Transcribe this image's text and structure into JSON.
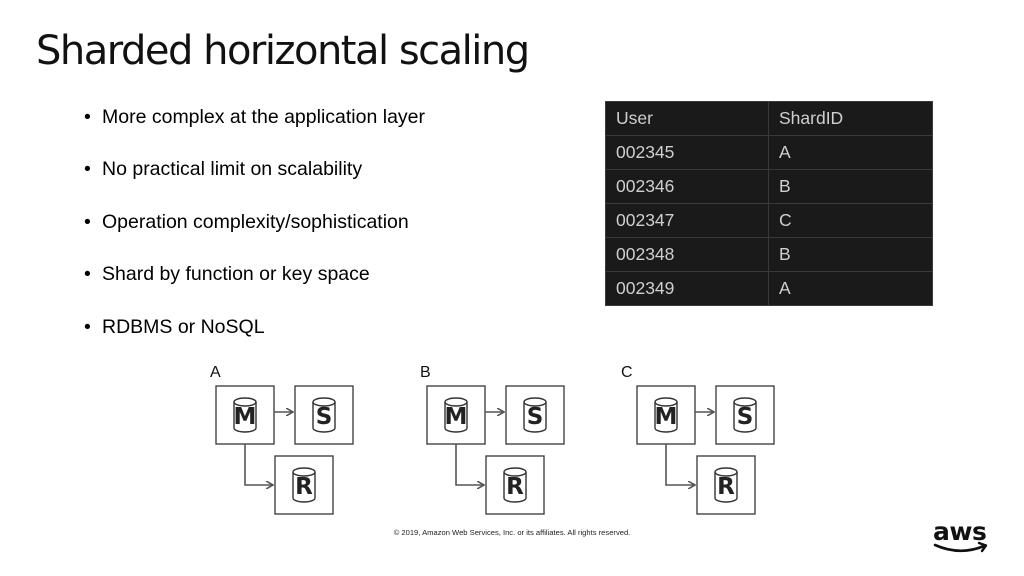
{
  "slide": {
    "title": "Sharded horizontal scaling",
    "bullets": [
      "More complex at the application layer",
      "No practical limit on scalability",
      "Operation complexity/sophistication",
      "Shard by function or key space",
      "RDBMS or NoSQL"
    ],
    "table": {
      "headers": [
        "User",
        "ShardID"
      ],
      "rows": [
        [
          "002345",
          "A"
        ],
        [
          "002346",
          "B"
        ],
        [
          "002347",
          "C"
        ],
        [
          "002348",
          "B"
        ],
        [
          "002349",
          "A"
        ]
      ]
    },
    "shards": [
      {
        "label": "A",
        "master": "M",
        "standby": "S",
        "replica": "R"
      },
      {
        "label": "B",
        "master": "M",
        "standby": "S",
        "replica": "R"
      },
      {
        "label": "C",
        "master": "M",
        "standby": "S",
        "replica": "R"
      }
    ],
    "copyright": "© 2019, Amazon Web Services, Inc. or its affiliates. All rights reserved.",
    "logo": {
      "text": "aws",
      "icon": "aws-smile-icon"
    }
  },
  "colors": {
    "table_bg": "#1a1a1a",
    "table_text": "#cfcfcf",
    "diagram_stroke": "#333333",
    "diagram_arrow": "#555555"
  }
}
